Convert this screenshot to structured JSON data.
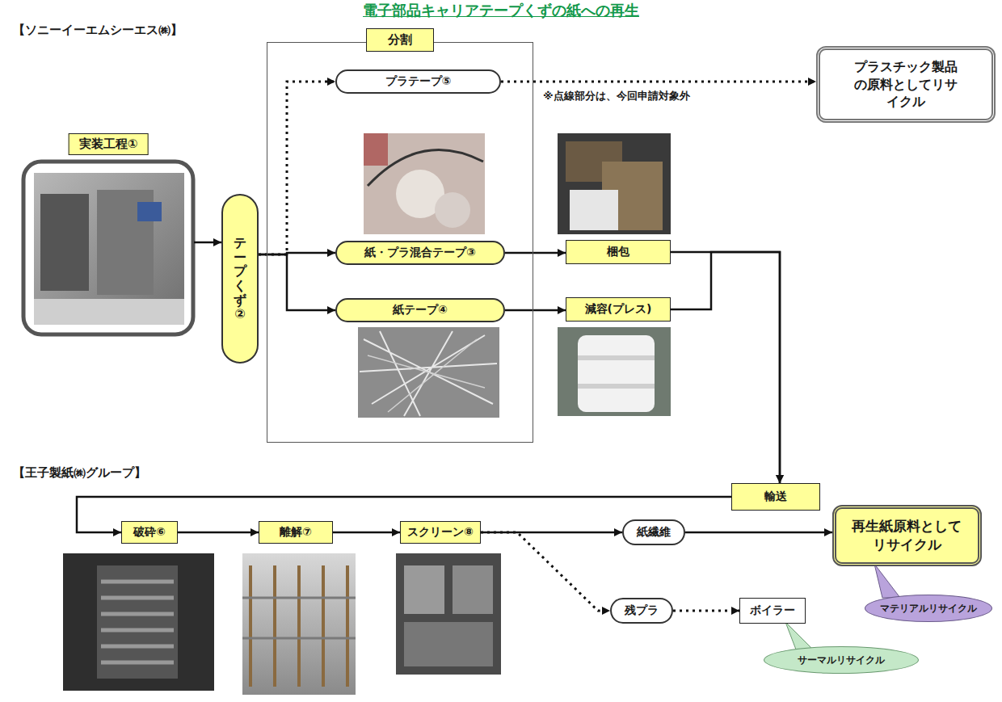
{
  "diagram": {
    "title": "電子部品キャリアテープくずの紙への再生",
    "nodes": [
      {
        "text": [
          "実装工程①"
        ]
      },
      {
        "text": [
          "テープくず②"
        ]
      },
      {
        "text": [
          "分割"
        ]
      },
      {
        "text": [
          "プラテープ⑤"
        ],
        "in": 2
      },
      {
        "text": [
          "紙・プラ混合テープ③"
        ],
        "in": 2
      },
      {
        "text": [
          "紙テープ④"
        ],
        "in": 2
      },
      {
        "text": [
          "プラスチック製品の原料としてリサイクル"
        ]
      },
      {
        "text": [
          "梱包"
        ]
      },
      {
        "text": [
          "減容(プレス)"
        ]
      },
      {
        "text": [
          "輸送"
        ]
      },
      {
        "text": [
          "破砕⑥"
        ]
      },
      {
        "text": [
          "離解⑦"
        ]
      },
      {
        "text": [
          "スクリーン⑧"
        ]
      },
      {
        "text": [
          "紙繊維"
        ]
      },
      {
        "text": [
          "再生紙原料としてリサイクル"
        ]
      },
      {
        "text": [
          "残プラ"
        ]
      },
      {
        "text": [
          "ボイラー"
        ]
      },
      {
        "text": [
          "マテリアルリサイクル"
        ]
      },
      {
        "text": [
          "サーマルリサイクル"
        ]
      }
    ],
    "edges": [
      {
        "from": 0,
        "to": 1,
        "arrow": "to"
      },
      {
        "from": 1,
        "to": 3,
        "arrow": "to"
      },
      {
        "from": 1,
        "to": 4,
        "arrow": "to"
      },
      {
        "from": 1,
        "to": 5,
        "arrow": "to"
      },
      {
        "from": 3,
        "to": 6,
        "arrow": "to"
      },
      {
        "from": 4,
        "to": 7,
        "arrow": "to"
      },
      {
        "from": 5,
        "to": 8,
        "arrow": "to"
      },
      {
        "from": 7,
        "to": 9,
        "arrow": "to"
      },
      {
        "from": 8,
        "to": 9,
        "arrow": "to"
      },
      {
        "from": 9,
        "to": 10,
        "arrow": "to"
      },
      {
        "from": 10,
        "to": 11,
        "arrow": "to"
      },
      {
        "from": 11,
        "to": 12,
        "arrow": "to"
      },
      {
        "from": 12,
        "to": 13,
        "arrow": "to"
      },
      {
        "from": 13,
        "to": 14,
        "arrow": "to"
      },
      {
        "from": 12,
        "to": 15,
        "arrow": "to"
      },
      {
        "from": 15,
        "to": 16,
        "arrow": "to"
      }
    ],
    "labels": [
      "【ソニーイーエムシーエス㈱】",
      "【王子製紙㈱グループ】",
      "※点線部分は、今回申請対象外"
    ]
  }
}
